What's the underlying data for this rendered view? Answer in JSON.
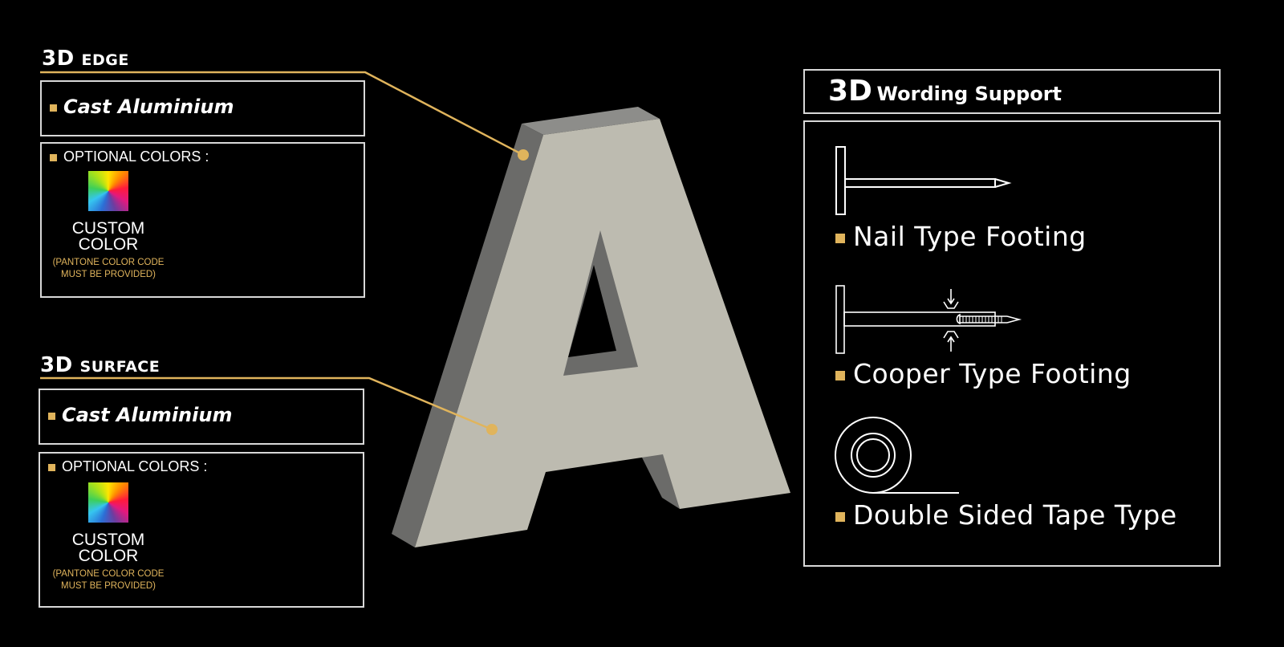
{
  "colors": {
    "accent": "#e0b45c",
    "letter_face": "#bdbbb0",
    "letter_side": "#6b6b69",
    "letter_top": "#8d8d8a",
    "border": "#d8d8d8"
  },
  "edge": {
    "heading_big": "3D",
    "heading_small": "EDGE",
    "material": "Cast Aluminium",
    "optional_label": "OPTIONAL COLORS :",
    "custom_line1": "CUSTOM",
    "custom_line2": "COLOR",
    "pantone_line1": "(PANTONE COLOR CODE",
    "pantone_line2": "MUST BE PROVIDED)"
  },
  "surface": {
    "heading_big": "3D",
    "heading_small": "SURFACE",
    "material": "Cast Aluminium",
    "optional_label": "OPTIONAL COLORS :",
    "custom_line1": "CUSTOM",
    "custom_line2": "COLOR",
    "pantone_line1": "(PANTONE COLOR CODE",
    "pantone_line2": "MUST BE PROVIDED)"
  },
  "support": {
    "title_big": "3D",
    "title_rest": "Wording Support",
    "items": [
      {
        "label": "Nail Type Footing",
        "icon": "nail-icon"
      },
      {
        "label": "Cooper Type Footing",
        "icon": "screw-footing-icon"
      },
      {
        "label": "Double Sided Tape Type",
        "icon": "tape-roll-icon"
      }
    ]
  }
}
